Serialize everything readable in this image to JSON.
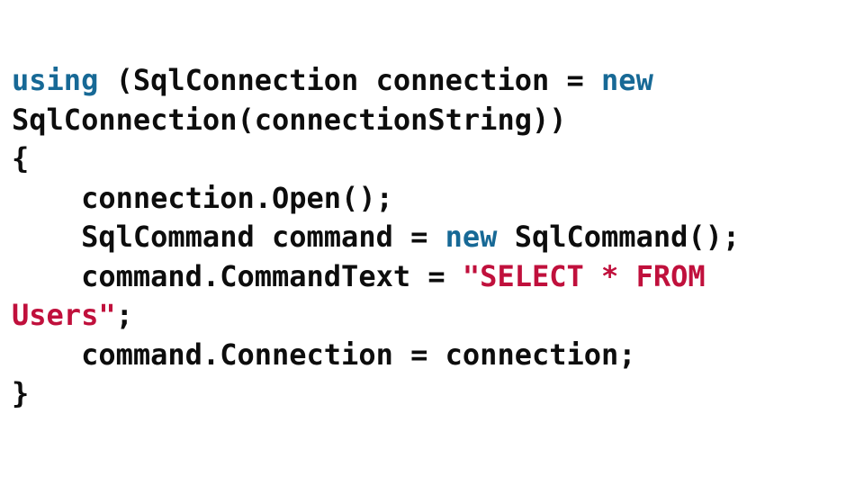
{
  "code": {
    "language": "csharp",
    "colors": {
      "keyword": "#176996",
      "string": "#c0103c",
      "plain": "#0d0d0d"
    },
    "lines": [
      {
        "segments": [
          {
            "t": "using",
            "c": "keyword"
          },
          {
            "t": " (SqlConnection connection = ",
            "c": "plain"
          },
          {
            "t": "new",
            "c": "keyword"
          }
        ]
      },
      {
        "segments": [
          {
            "t": "SqlConnection(connectionString))",
            "c": "plain"
          }
        ]
      },
      {
        "segments": [
          {
            "t": "{",
            "c": "plain"
          }
        ]
      },
      {
        "segments": [
          {
            "t": "    connection.Open();",
            "c": "plain"
          }
        ]
      },
      {
        "segments": [
          {
            "t": "    SqlCommand command = ",
            "c": "plain"
          },
          {
            "t": "new",
            "c": "keyword"
          },
          {
            "t": " SqlCommand();",
            "c": "plain"
          }
        ]
      },
      {
        "segments": [
          {
            "t": "    command.CommandText = ",
            "c": "plain"
          },
          {
            "t": "\"SELECT * FROM",
            "c": "string"
          }
        ]
      },
      {
        "segments": [
          {
            "t": "Users\"",
            "c": "string"
          },
          {
            "t": ";",
            "c": "plain"
          }
        ]
      },
      {
        "segments": [
          {
            "t": "    command.Connection = connection;",
            "c": "plain"
          }
        ]
      },
      {
        "segments": [
          {
            "t": "}",
            "c": "plain"
          }
        ]
      }
    ]
  }
}
